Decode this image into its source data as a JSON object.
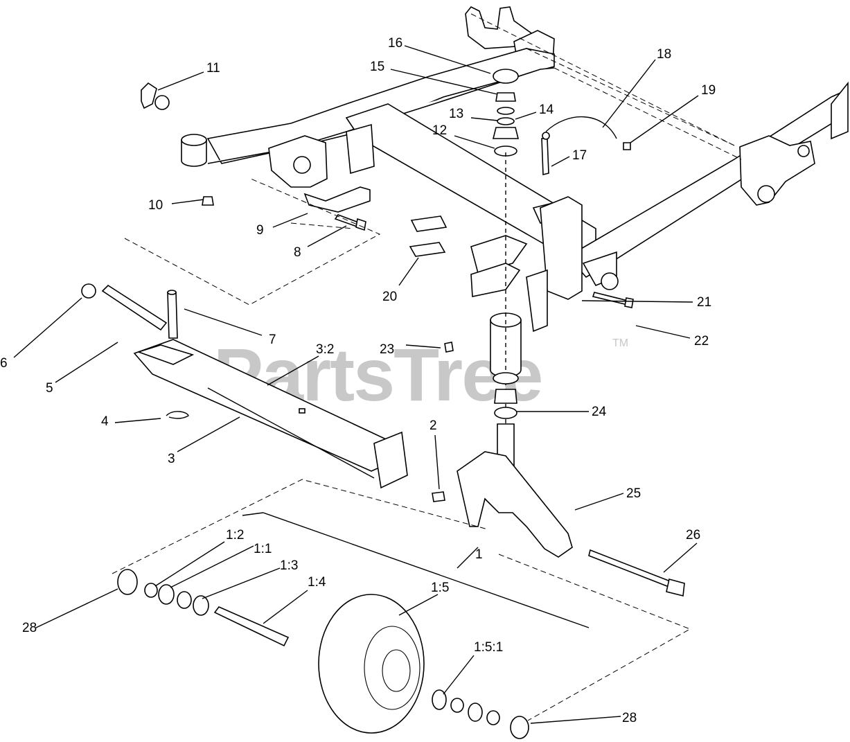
{
  "watermark": {
    "brand": "PartsTree",
    "trademark": "TM",
    "color": "#c8c8c8"
  },
  "callouts": {
    "c16": "16",
    "c15": "15",
    "c18": "18",
    "c11": "11",
    "c19": "19",
    "c13": "13",
    "c14": "14",
    "c12": "12",
    "c17": "17",
    "c10": "10",
    "c9": "9",
    "c8": "8",
    "c20": "20",
    "c21": "21",
    "c22": "22",
    "c7": "7",
    "c6": "6",
    "c5": "5",
    "c3_2": "3:2",
    "c23": "23",
    "c4": "4",
    "c3": "3",
    "c24": "24",
    "c2": "2",
    "c25": "25",
    "c1_2": "1:2",
    "c1_1": "1:1",
    "c26": "26",
    "c1_3": "1:3",
    "c1": "1",
    "c1_4": "1:4",
    "c1_5": "1:5",
    "c28a": "28",
    "c1_5_1": "1:5:1",
    "c28b": "28"
  }
}
